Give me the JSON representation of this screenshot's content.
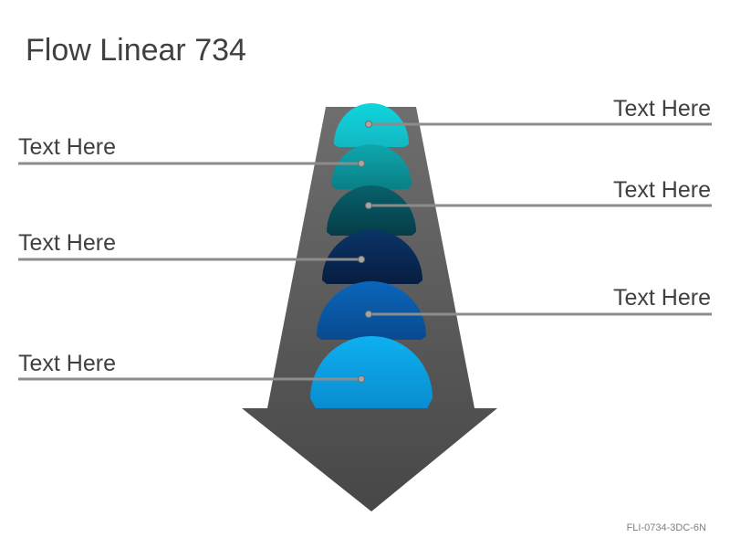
{
  "title": "Flow Linear 734",
  "slide_code": "FLI-0734-3DC-6N",
  "labels": {
    "r1": "Text Here",
    "l1": "Text Here",
    "r2": "Text Here",
    "l2": "Text Here",
    "r3": "Text Here",
    "l3": "Text Here"
  },
  "colors": {
    "arrow": "#5a5a5a",
    "connector": "#8c8c8c",
    "dome_1": "#17c9d1",
    "dome_2": "#0b9ea3",
    "dome_3": "#07525e",
    "dome_4": "#0a2d5c",
    "dome_5": "#0a5aa8",
    "dome_6": "#0aa0e3"
  }
}
